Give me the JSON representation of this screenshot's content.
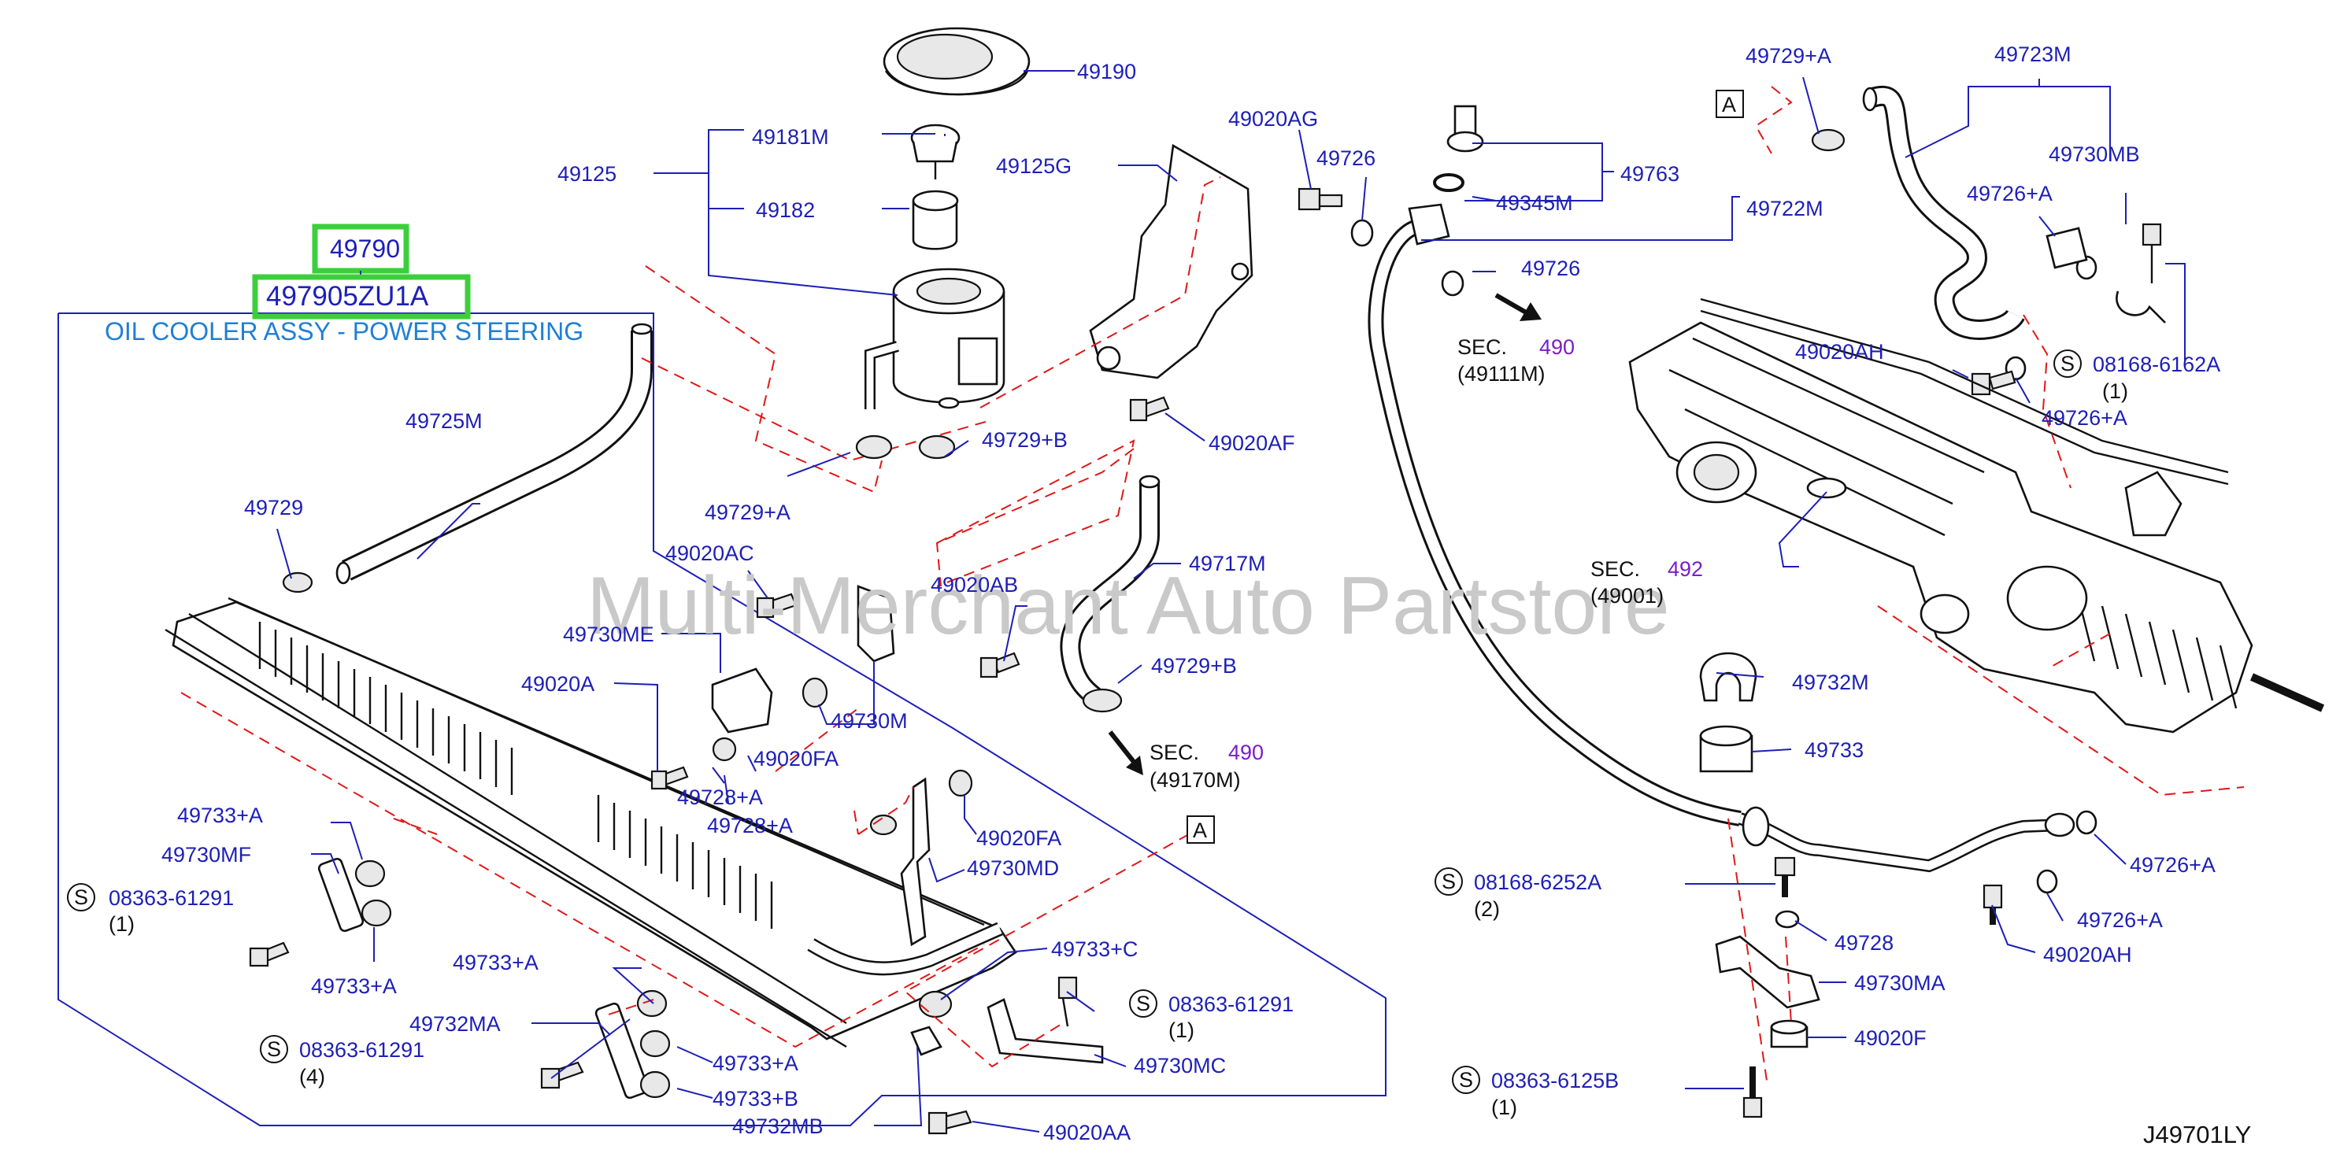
{
  "highlight": {
    "part_number": "49790",
    "oem_number": "497905ZU1A",
    "description": "OIL COOLER ASSY - POWER STEERING",
    "box_color": "#3ccf3c"
  },
  "watermark": "Multi-Merchant Auto Partstore",
  "diagram_code": "J49701LY",
  "sec_refs": [
    {
      "prefix": "SEC.",
      "number": "490",
      "sub": "(49111M)"
    },
    {
      "prefix": "SEC.",
      "number": "490",
      "sub": "(49170M)"
    },
    {
      "prefix": "SEC.",
      "number": "492",
      "sub": "(49001)"
    }
  ],
  "ref_letters": [
    "A",
    "A"
  ],
  "std_parts": [
    {
      "symbol": "S",
      "number": "08363-61291",
      "qty": "(1)"
    },
    {
      "symbol": "S",
      "number": "08363-61291",
      "qty": "(4)"
    },
    {
      "symbol": "S",
      "number": "08363-61291",
      "qty": "(1)"
    },
    {
      "symbol": "S",
      "number": "08168-6252A",
      "qty": "(2)"
    },
    {
      "symbol": "S",
      "number": "08363-6125B",
      "qty": "(1)"
    },
    {
      "symbol": "S",
      "number": "08168-6162A",
      "qty": "(1)"
    }
  ],
  "labels": {
    "p49190": "49190",
    "p49181M": "49181M",
    "p49125": "49125",
    "p49182": "49182",
    "p49125G": "49125G",
    "p49020AG": "49020AG",
    "p49726a": "49726",
    "p49345M": "49345M",
    "p49763": "49763",
    "p49722M": "49722M",
    "p49726b": "49726",
    "p49729A_top": "49729+A",
    "p49723M": "49723M",
    "p49730MB": "49730MB",
    "p49726A_1": "49726+A",
    "p49020AH_1": "49020AH",
    "p49726A_2": "49726+A",
    "p49725M": "49725M",
    "p49729B_1": "49729+B",
    "p49020AF": "49020AF",
    "p49729A_2": "49729+A",
    "p49729": "49729",
    "p49020AC": "49020AC",
    "p49020AB": "49020AB",
    "p49717M": "49717M",
    "p49730ME": "49730ME",
    "p49020A": "49020A",
    "p49730M": "49730M",
    "p49020FA_1": "49020FA",
    "p49729B_2": "49729+B",
    "p49728A_1": "49728+A",
    "p49728A_2": "49728+A",
    "p49020FA_2": "49020FA",
    "p49730MD": "49730MD",
    "p49733A_1": "49733+A",
    "p49730MF": "49730MF",
    "p49733A_2": "49733+A",
    "p49733A_3": "49733+A",
    "p49732MA": "49732MA",
    "p49733A_4": "49733+A",
    "p49733B": "49733+B",
    "p49732MB": "49732MB",
    "p49733C": "49733+C",
    "p49730MC": "49730MC",
    "p49020AA": "49020AA",
    "p49732M": "49732M",
    "p49733": "49733",
    "p49726A_3": "49726+A",
    "p49726A_4": "49726+A",
    "p49728": "49728",
    "p49020AH_2": "49020AH",
    "p49730MA": "49730MA",
    "p49020F": "49020F"
  }
}
